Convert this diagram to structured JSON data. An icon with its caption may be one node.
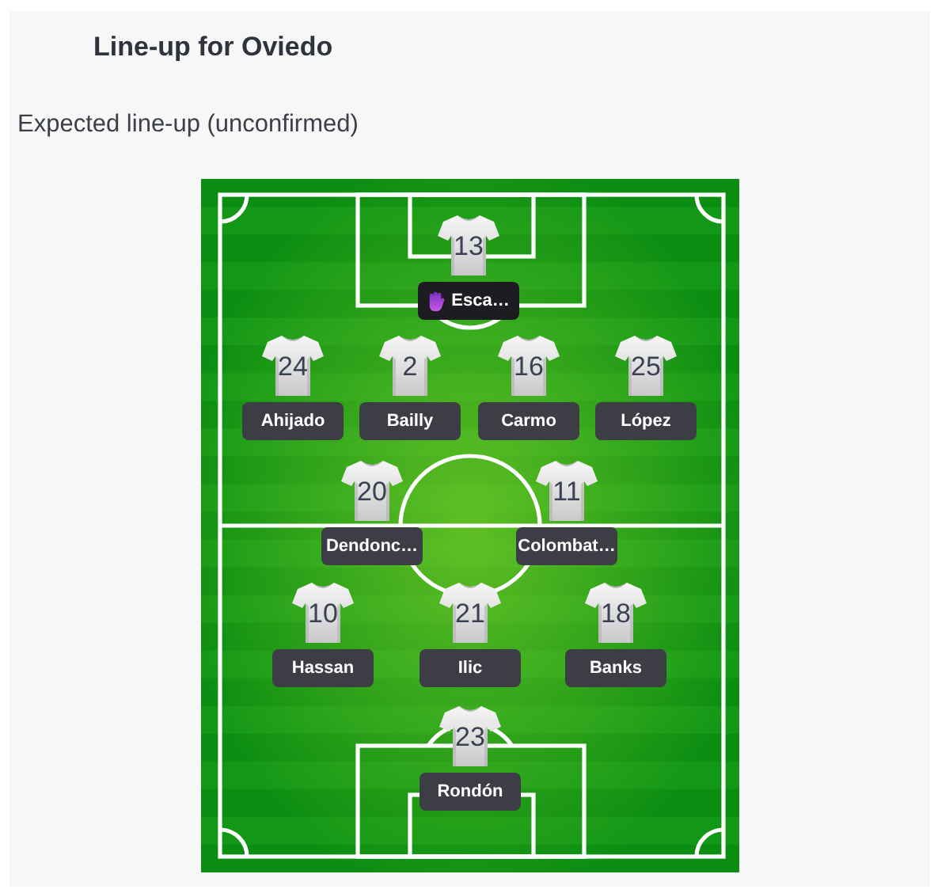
{
  "diagram": {
    "title": "Line-up for Oviedo",
    "nodes": [
      {
        "text": [
          "13"
        ],
        "beside": [
          "Esca…"
        ]
      },
      {
        "text": [
          "24"
        ],
        "beside": [
          "Ahijado"
        ]
      },
      {
        "text": [
          "2"
        ],
        "beside": [
          "Bailly"
        ]
      },
      {
        "text": [
          "16"
        ],
        "beside": [
          "Carmo"
        ]
      },
      {
        "text": [
          "25"
        ],
        "beside": [
          "López"
        ]
      },
      {
        "text": [
          "20"
        ],
        "beside": [
          "Dendonc…"
        ]
      },
      {
        "text": [
          "11"
        ],
        "beside": [
          "Colombat…"
        ]
      },
      {
        "text": [
          "10"
        ],
        "beside": [
          "Hassan"
        ]
      },
      {
        "text": [
          "21"
        ],
        "beside": [
          "Ilic"
        ]
      },
      {
        "text": [
          "18"
        ],
        "beside": [
          "Banks"
        ]
      },
      {
        "text": [
          "23"
        ],
        "beside": [
          "Rondón"
        ]
      }
    ],
    "labels": [
      "Expected line-up (unconfirmed)"
    ]
  }
}
